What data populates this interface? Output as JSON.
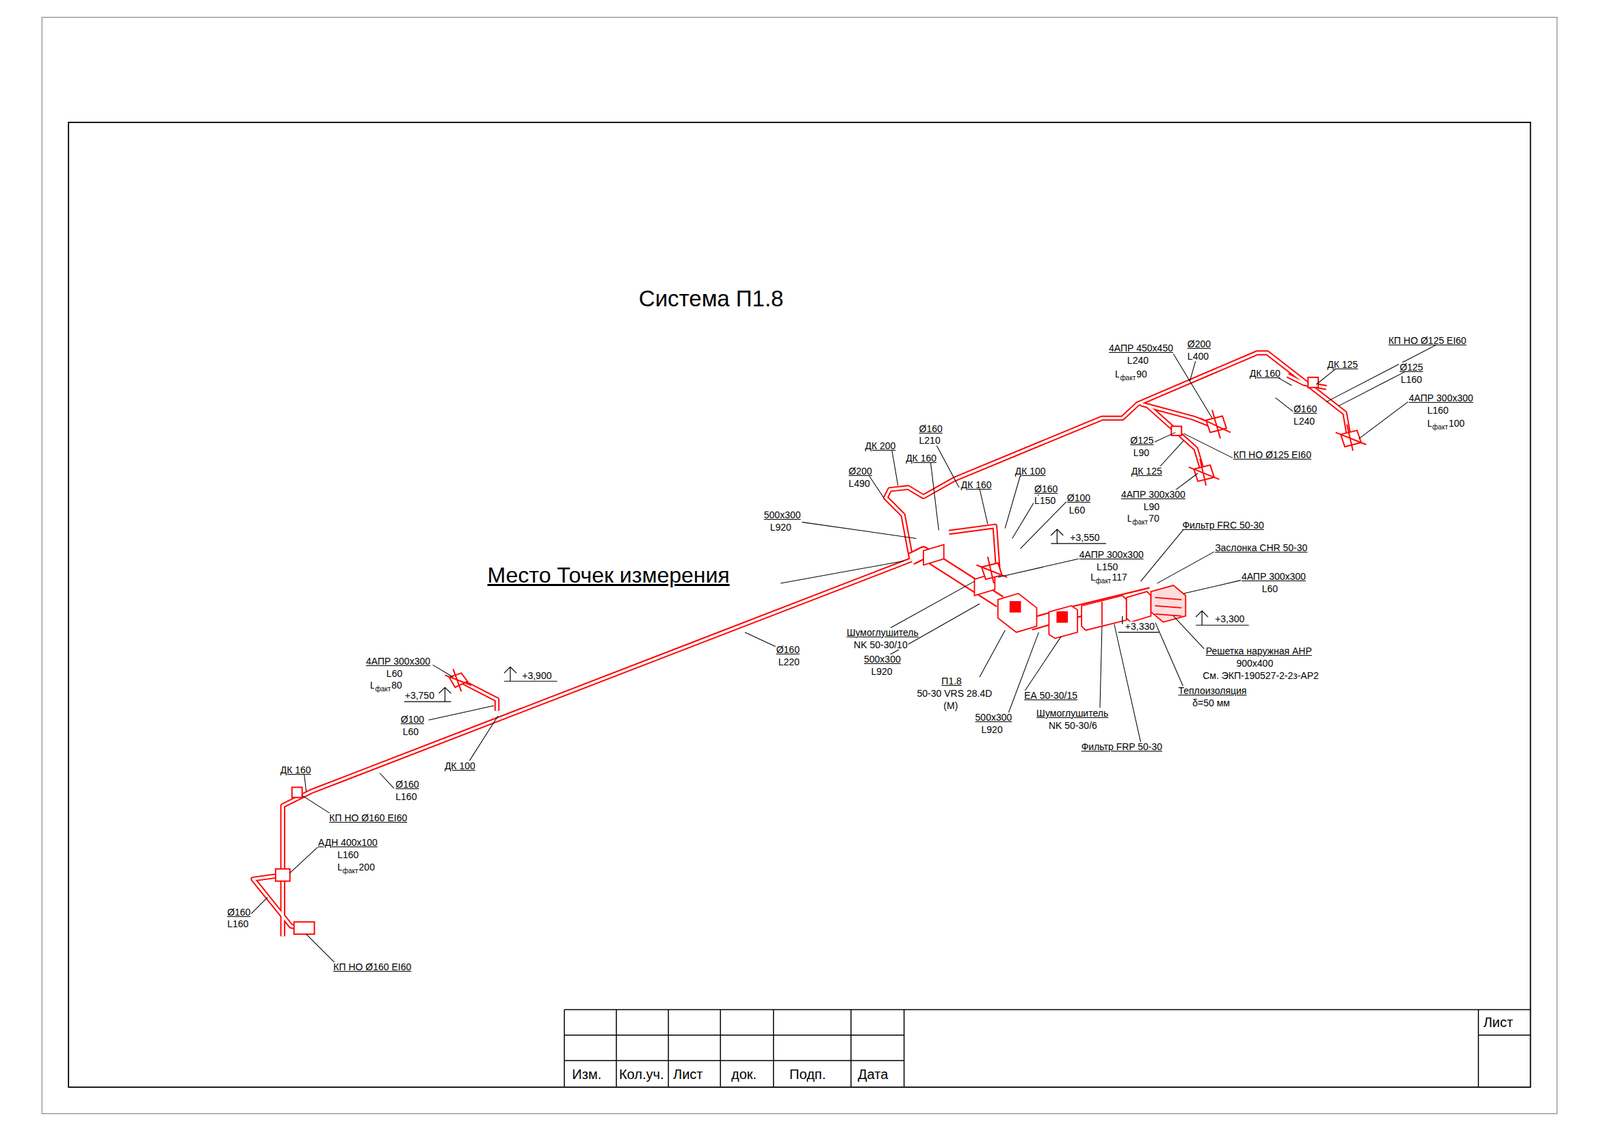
{
  "diagram": {
    "title": "Система П1.8",
    "labels": [
      "Место Точек измерения",
      "4АПР 450х450",
      "L240",
      "L",
      "факт",
      "90",
      "Ø200",
      "L400",
      "КП НО Ø125 EI60",
      "ДК 125",
      "Ø125",
      "L160",
      "4АПР 300х300",
      "L160",
      "L",
      "факт",
      "100",
      "ДК 160",
      "Ø160",
      "L240",
      "КП НО Ø125 EI60",
      "Ø125",
      "L90",
      "ДК 125",
      "4АПР 300х300",
      "L90",
      "L",
      "факт",
      "70",
      "Ø160",
      "L210",
      "ДК 200",
      "ДК 160",
      "Ø200",
      "L490",
      "ДК 160",
      "ДК 100",
      "Ø160",
      "L150",
      "Ø100",
      "L60",
      "500х300",
      "L920",
      "+3,550",
      "Фильтр FRC 50-30",
      "Заслонка CHR 50-30",
      "4АПР 300х300",
      "L150",
      "L",
      "факт",
      "117",
      "4АПР 300х300",
      "L60",
      "+3,300",
      "+3,330",
      "Шумоглушитель",
      "NK 50-30/10",
      "500х300",
      "L920",
      "Решетка наружная АНР",
      "900х400",
      "См. ЭКП-190527-2-2з-АР2",
      "П1.8",
      "50-30 VRS 28.4D",
      "(М)",
      "Теплоизоляция",
      "δ=50 мм",
      "ЕА 50-30/15",
      "Шумоглушитель",
      "NK 50-30/6",
      "500х300",
      "L920",
      "Фильтр FRP 50-30",
      "Ø160",
      "L220",
      "4АПР 300х300",
      "L60",
      "L",
      "факт",
      "80",
      "+3,900",
      "+3,750",
      "Ø100",
      "L60",
      "ДК 100",
      "ДК 160",
      "Ø160",
      "L160",
      "КП НО Ø160 EI60",
      "АДН 400х100",
      "L160",
      "L",
      "факт",
      "200",
      "Ø160",
      "L160",
      "КП НО Ø160 EI60",
      "Изм.",
      "Кол.уч.",
      "Лист",
      "док.",
      "Подп.",
      "Дата",
      "Лист"
    ]
  }
}
